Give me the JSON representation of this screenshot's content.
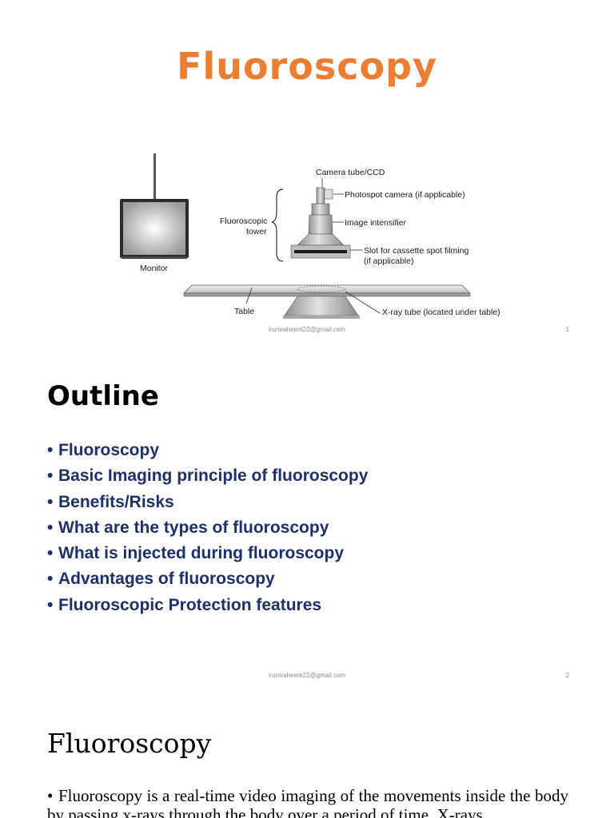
{
  "slide1": {
    "title": "Fluoroscopy",
    "diagram_labels": {
      "camera": "Camera tube/CCD",
      "photospot": "Photospot camera (if applicable)",
      "tower_line1": "Fluoroscopic",
      "tower_line2": "tower",
      "intensifier": "Image intensifier",
      "slot_line1": "Slot for cassette spot filming",
      "slot_line2": "(if applicable)",
      "monitor": "Monitor",
      "table": "Table",
      "xray": "X-ray tube (located under table)"
    },
    "footer_email": "irumraheem22@gmail.com",
    "page_number": "1"
  },
  "slide2": {
    "title": "Outline",
    "bullet": "•",
    "items": [
      "Fluoroscopy",
      "Basic Imaging principle of fluoroscopy",
      "Benefits/Risks",
      "What are the types of fluoroscopy",
      "What is injected during fluoroscopy",
      "Advantages of fluoroscopy",
      "Fluoroscopic Protection features"
    ],
    "footer_email": "irumraheem22@gmail.com",
    "page_number": "2"
  },
  "slide3": {
    "title": "Fluoroscopy",
    "bullet": "•",
    "paragraph": "Fluoroscopy is a real-time video imaging of the movements inside the body by passing x-rays through the body over a period of time. X-rays"
  },
  "colors": {
    "title_accent": "#ED7D31",
    "bullet_text": "#1F2F6B",
    "footer": "#8c8c8c"
  }
}
